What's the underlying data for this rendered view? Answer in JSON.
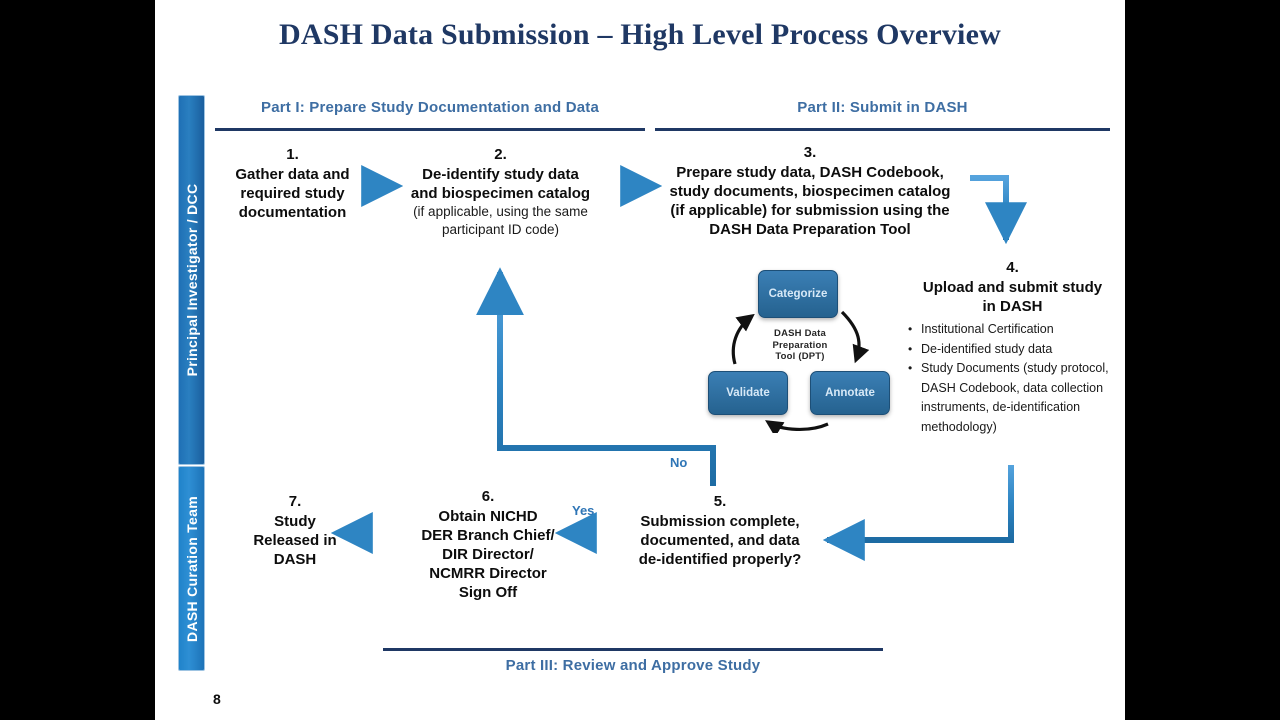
{
  "slide": {
    "title": "DASH Data Submission – High Level Process Overview",
    "page_number": "8"
  },
  "roles": {
    "top": "Principal Investigator / DCC",
    "bottom": "DASH Curation Team"
  },
  "parts": {
    "part1": "Part I: Prepare Study Documentation and Data",
    "part2": "Part II: Submit in DASH",
    "part3": "Part III: Review and Approve Study"
  },
  "steps": {
    "s1": {
      "num": "1.",
      "lines": [
        "Gather data and",
        "required study",
        "documentation"
      ],
      "sub": []
    },
    "s2": {
      "num": "2.",
      "lines": [
        "De-identify study data",
        "and biospecimen catalog"
      ],
      "sub": [
        "(if applicable, using the same",
        "participant ID code)"
      ]
    },
    "s3": {
      "num": "3.",
      "lines": [
        "Prepare study data, DASH Codebook,",
        "study documents, biospecimen catalog",
        "(if applicable) for submission using the",
        "DASH Data Preparation Tool"
      ],
      "sub": []
    },
    "s4": {
      "num": "4.",
      "lines": [
        "Upload and submit study",
        "in DASH"
      ],
      "bullets": [
        "Institutional Certification",
        "De-identified study data",
        "Study Documents (study protocol, DASH Codebook, data collection instruments, de-identification methodology)"
      ]
    },
    "s5": {
      "num": "5.",
      "lines": [
        "Submission complete,",
        "documented, and data",
        "de-identified properly?"
      ],
      "sub": []
    },
    "s6": {
      "num": "6.",
      "lines": [
        "Obtain NICHD",
        "DER Branch Chief/",
        "DIR Director/",
        "NCMRR Director",
        "Sign Off"
      ],
      "sub": []
    },
    "s7": {
      "num": "7.",
      "lines": [
        "Study",
        "Released in",
        "DASH"
      ],
      "sub": []
    }
  },
  "dpt": {
    "center": [
      "DASH Data",
      "Preparation",
      "Tool (DPT)"
    ],
    "categorize": "Categorize",
    "annotate": "Annotate",
    "validate": "Validate"
  },
  "branches": {
    "yes": "Yes",
    "no": "No"
  },
  "colors": {
    "title_navy": "#1f3864",
    "part_header_blue": "#3e6ea3",
    "rail_blue": "#2a7fc0",
    "arrow_blue": "#2e85c3",
    "dpt_box_blue": "#2e6da4"
  }
}
